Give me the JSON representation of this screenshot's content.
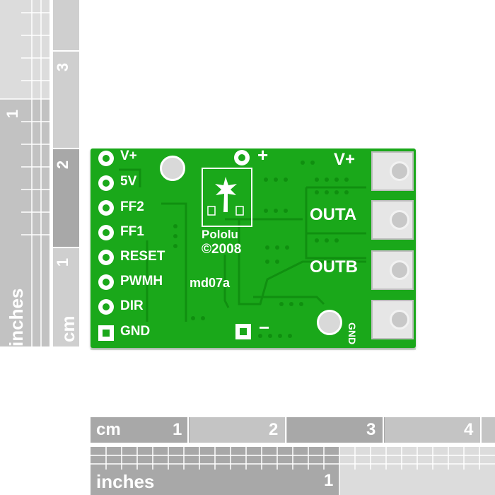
{
  "vertical_ruler": {
    "cm_label": "cm",
    "cm_numbers": [
      "3",
      "2",
      "1"
    ],
    "inch_label": "inches",
    "inch_number": "1"
  },
  "horizontal_ruler": {
    "cm_label": "cm",
    "cm_numbers": [
      "1",
      "2",
      "3",
      "4"
    ],
    "inch_label": "inches",
    "inch_number": "1"
  },
  "board": {
    "pins_left": [
      "V+",
      "5V",
      "FF2",
      "FF1",
      "RESET",
      "PWMH",
      "DIR",
      "GND"
    ],
    "logo_name": "Pololu",
    "copyright": "©2008",
    "part_code": "md07a",
    "plus_mark": "+",
    "minus_mark": "−",
    "terminals": [
      "V+",
      "OUTA",
      "OUTB",
      "GND"
    ],
    "colors": {
      "pcb": "#1aa81a",
      "silkscreen": "#ffffff",
      "ruler_light": "#dcdcdc",
      "ruler_dark": "#a8a8a8"
    }
  }
}
